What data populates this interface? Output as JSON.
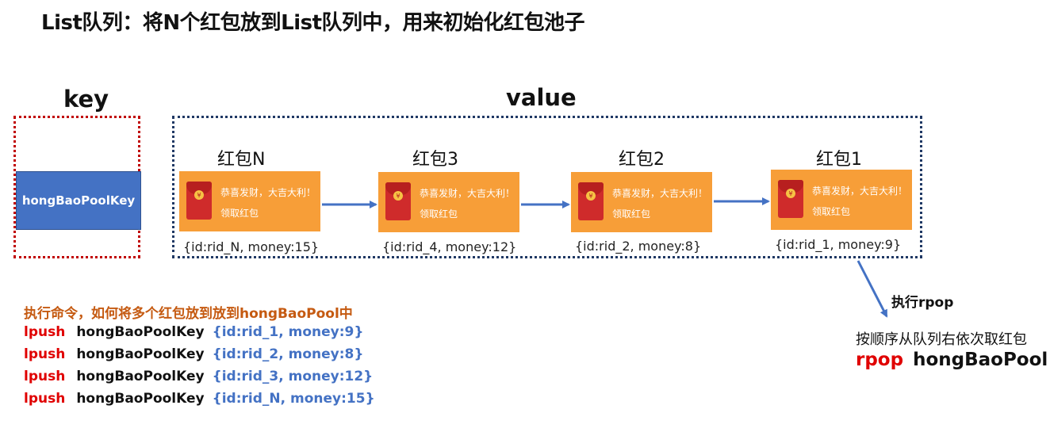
{
  "title": "List队列：将N个红包放到List队列中，用来初始化红包池子",
  "key_section": {
    "label": "key",
    "key_name": "hongBaoPoolKey"
  },
  "value_section": {
    "label": "value",
    "items": [
      {
        "title": "红包N",
        "card_line1": "恭喜发财，大吉大利！",
        "card_line2": "领取红包",
        "payload": "{id:rid_N, money:15}"
      },
      {
        "title": "红包3",
        "card_line1": "恭喜发财，大吉大利！",
        "card_line2": "领取红包",
        "payload": "{id:rid_4, money:12}"
      },
      {
        "title": "红包2",
        "card_line1": "恭喜发财，大吉大利！",
        "card_line2": "领取红包",
        "payload": "{id:rid_2, money:8}"
      },
      {
        "title": "红包1",
        "card_line1": "恭喜发财，大吉大利！",
        "card_line2": "领取红包",
        "payload": "{id:rid_1, money:9}"
      }
    ],
    "coin_glyph": "¥"
  },
  "commands": {
    "heading": "执行命令，如何将多个红包放到放到hongBaoPool中",
    "rows": [
      {
        "verb": "lpush",
        "key": "hongBaoPoolKey",
        "value": "{id:rid_1, money:9}"
      },
      {
        "verb": "lpush",
        "key": "hongBaoPoolKey",
        "value": "{id:rid_2, money:8}"
      },
      {
        "verb": "lpush",
        "key": "hongBaoPoolKey",
        "value": "{id:rid_3, money:12}"
      },
      {
        "verb": "lpush",
        "key": "hongBaoPoolKey",
        "value": "{id:rid_N, money:15}"
      }
    ]
  },
  "rpop": {
    "exec_label": "执行rpop",
    "note": "按顺序从队列右依次取红包",
    "verb": "rpop",
    "pool": "hongBaoPool"
  },
  "colors": {
    "key_border": "#c00000",
    "key_fill": "#4472c4",
    "value_border": "#1f3864",
    "card_fill": "#f79e38",
    "arrow": "#4472c4",
    "command_verb": "#e00000",
    "command_heading": "#c55a11",
    "command_value": "#4472c4"
  }
}
